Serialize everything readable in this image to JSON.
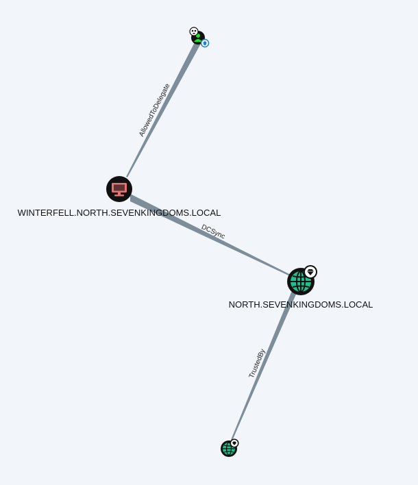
{
  "colors": {
    "background": "#f2f5f9",
    "edge": "#7d8d99",
    "computer_fill": "#e57373",
    "domain_fill": "#1fbf8f",
    "user_fill": "#17e625",
    "node_dark": "#111111"
  },
  "nodes": {
    "user": {
      "label": "",
      "icon": "user-icon",
      "badges": [
        "skull-icon",
        "tier-zero-icon"
      ]
    },
    "computer": {
      "label": "WINTERFELL.NORTH.SEVENKINGDOMS.LOCAL",
      "icon": "computer-icon"
    },
    "domain": {
      "label": "NORTH.SEVENKINGDOMS.LOCAL",
      "icon": "globe-icon",
      "badges": [
        "gem-icon"
      ]
    },
    "trusted_domain": {
      "label": "",
      "icon": "globe-icon",
      "badges": [
        "gem-icon"
      ]
    }
  },
  "edges": {
    "allowed_to_delegate": {
      "label": "AllowedToDelegate"
    },
    "dcsync": {
      "label": "DCSync"
    },
    "trusted_by": {
      "label": "TrustedBy"
    }
  }
}
